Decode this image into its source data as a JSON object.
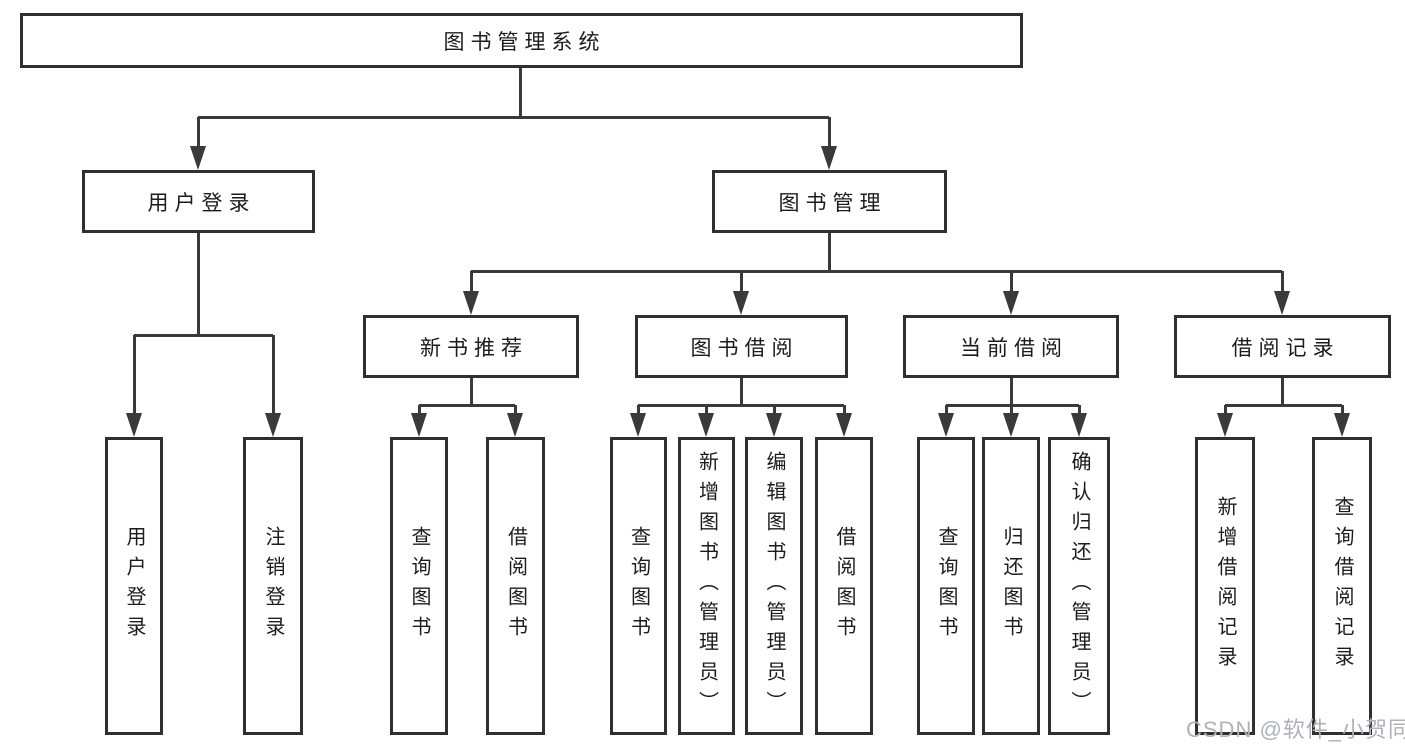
{
  "diagram": {
    "root": {
      "label": "图书管理系统"
    },
    "branches": [
      {
        "label": "用户登录",
        "children": [
          {
            "label": "用户登录"
          },
          {
            "label": "注销登录"
          }
        ]
      },
      {
        "label": "图书管理",
        "children": [
          {
            "label": "新书推荐",
            "children": [
              {
                "label": "查询图书"
              },
              {
                "label": "借阅图书"
              }
            ]
          },
          {
            "label": "图书借阅",
            "children": [
              {
                "label": "查询图书"
              },
              {
                "label": "新增图书（管理员）"
              },
              {
                "label": "编辑图书（管理员）"
              },
              {
                "label": "借阅图书"
              }
            ]
          },
          {
            "label": "当前借阅",
            "children": [
              {
                "label": "查询图书"
              },
              {
                "label": "归还图书"
              },
              {
                "label": "确认归还（管理员）"
              }
            ]
          },
          {
            "label": "借阅记录",
            "children": [
              {
                "label": "新增借阅记录"
              },
              {
                "label": "查询借阅记录"
              }
            ]
          }
        ]
      }
    ]
  },
  "watermark": {
    "text": "CSDN @软件_小贺同学"
  },
  "colors": {
    "line": "#3a3a3a",
    "border": "#2f2f2f",
    "text": "#1c1c1c",
    "watermark": "#aeb2b8",
    "background": "#ffffff"
  }
}
